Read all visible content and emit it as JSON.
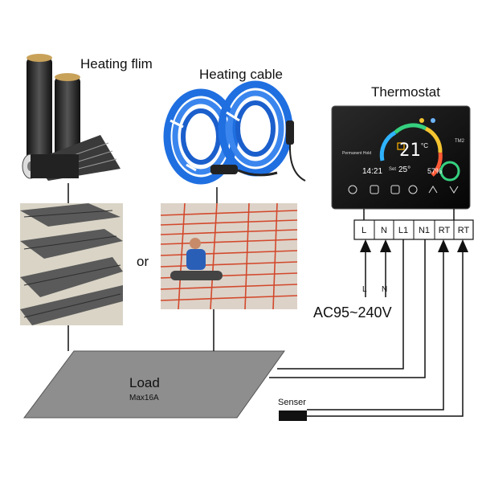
{
  "labels": {
    "heating_film": "Heating flim",
    "heating_cable": "Heating cable",
    "thermostat": "Thermostat",
    "or": "or",
    "voltage": "AC95~240V",
    "load": "Load",
    "load_max": "Max16A",
    "sensor": "Senser",
    "wire_l": "L",
    "wire_n": "N"
  },
  "terminals": [
    "L",
    "N",
    "L1",
    "N1",
    "RT",
    "RT"
  ],
  "thermostat_display": {
    "mode": "Permanent Hold",
    "temp": "21",
    "unit": "°C",
    "time": "14:21",
    "set_label": "Set",
    "set_temp": "25°",
    "humidity": "57%",
    "tag": "TM2"
  },
  "colors": {
    "cable_blue": "#1f6fe0",
    "heating_wire": "#d2492c",
    "film_dark": "#2b2b2b",
    "load_gray": "#8e8e8e"
  }
}
